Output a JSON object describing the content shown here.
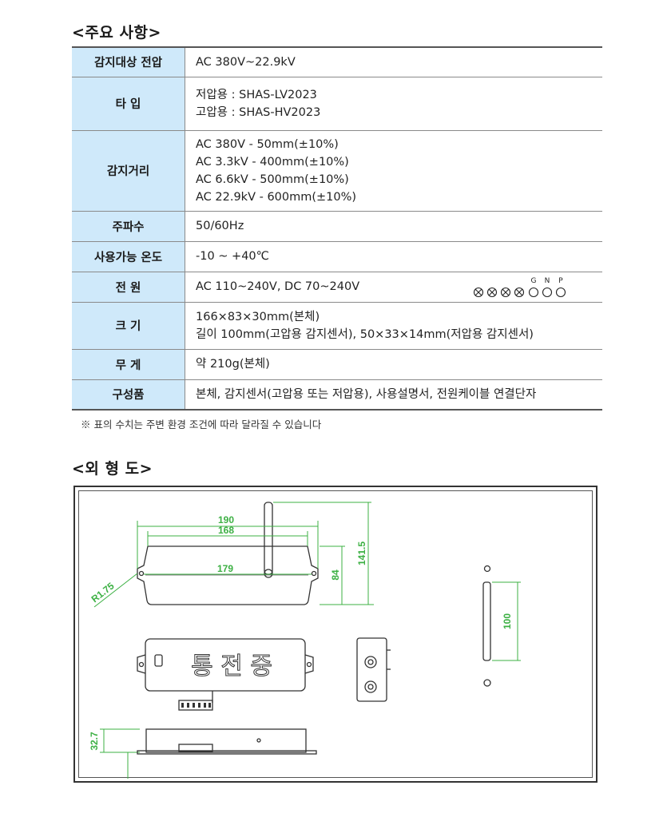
{
  "spec_title": "<주요 사항>",
  "rows": [
    {
      "label": "감지대상 전압",
      "lines": [
        "AC 380V~22.9kV"
      ]
    },
    {
      "label": "타 입",
      "lines": [
        "저압용 : SHAS-LV2023",
        "고압용 : SHAS-HV2023"
      ]
    },
    {
      "label": "감지거리",
      "lines": [
        "AC 380V  -  50mm(±10%)",
        "AC 3.3kV  -  400mm(±10%)",
        "AC 6.6kV  -  500mm(±10%)",
        "AC 22.9kV  -  600mm(±10%)"
      ]
    },
    {
      "label": "주파수",
      "lines": [
        "50/60Hz"
      ]
    },
    {
      "label": "사용가능 온도",
      "lines": [
        "-10 ~ +40℃"
      ]
    },
    {
      "label": "전 원",
      "lines": [
        "AC 110~240V, DC 70~240V"
      ]
    },
    {
      "label": "크 기",
      "lines": [
        "166×83×30mm(본체)",
        "길이 100mm(고압용 감지센서), 50×33×14mm(저압용 감지센서)"
      ]
    },
    {
      "label": "무 게",
      "lines": [
        "약 210g(본체)"
      ]
    },
    {
      "label": "구성품",
      "lines": [
        "본체, 감지센서(고압용 또는 저압용), 사용설명서, 전원케이블 연결단자"
      ]
    }
  ],
  "terminal_labels": [
    "G",
    "N",
    "P"
  ],
  "note": "※ 표의 수치는 주변 환경 조건에 따라 달라질 수 있습니다",
  "drawing_title": "<외 형 도>",
  "drawing": {
    "dims": [
      "190",
      "168",
      "179",
      "84",
      "141.5",
      "R1.75",
      "100",
      "32.7"
    ],
    "display_text": "통 전 중"
  },
  "colors": {
    "label_bg": "#cfe9fa",
    "dimension": "#3cb043"
  }
}
